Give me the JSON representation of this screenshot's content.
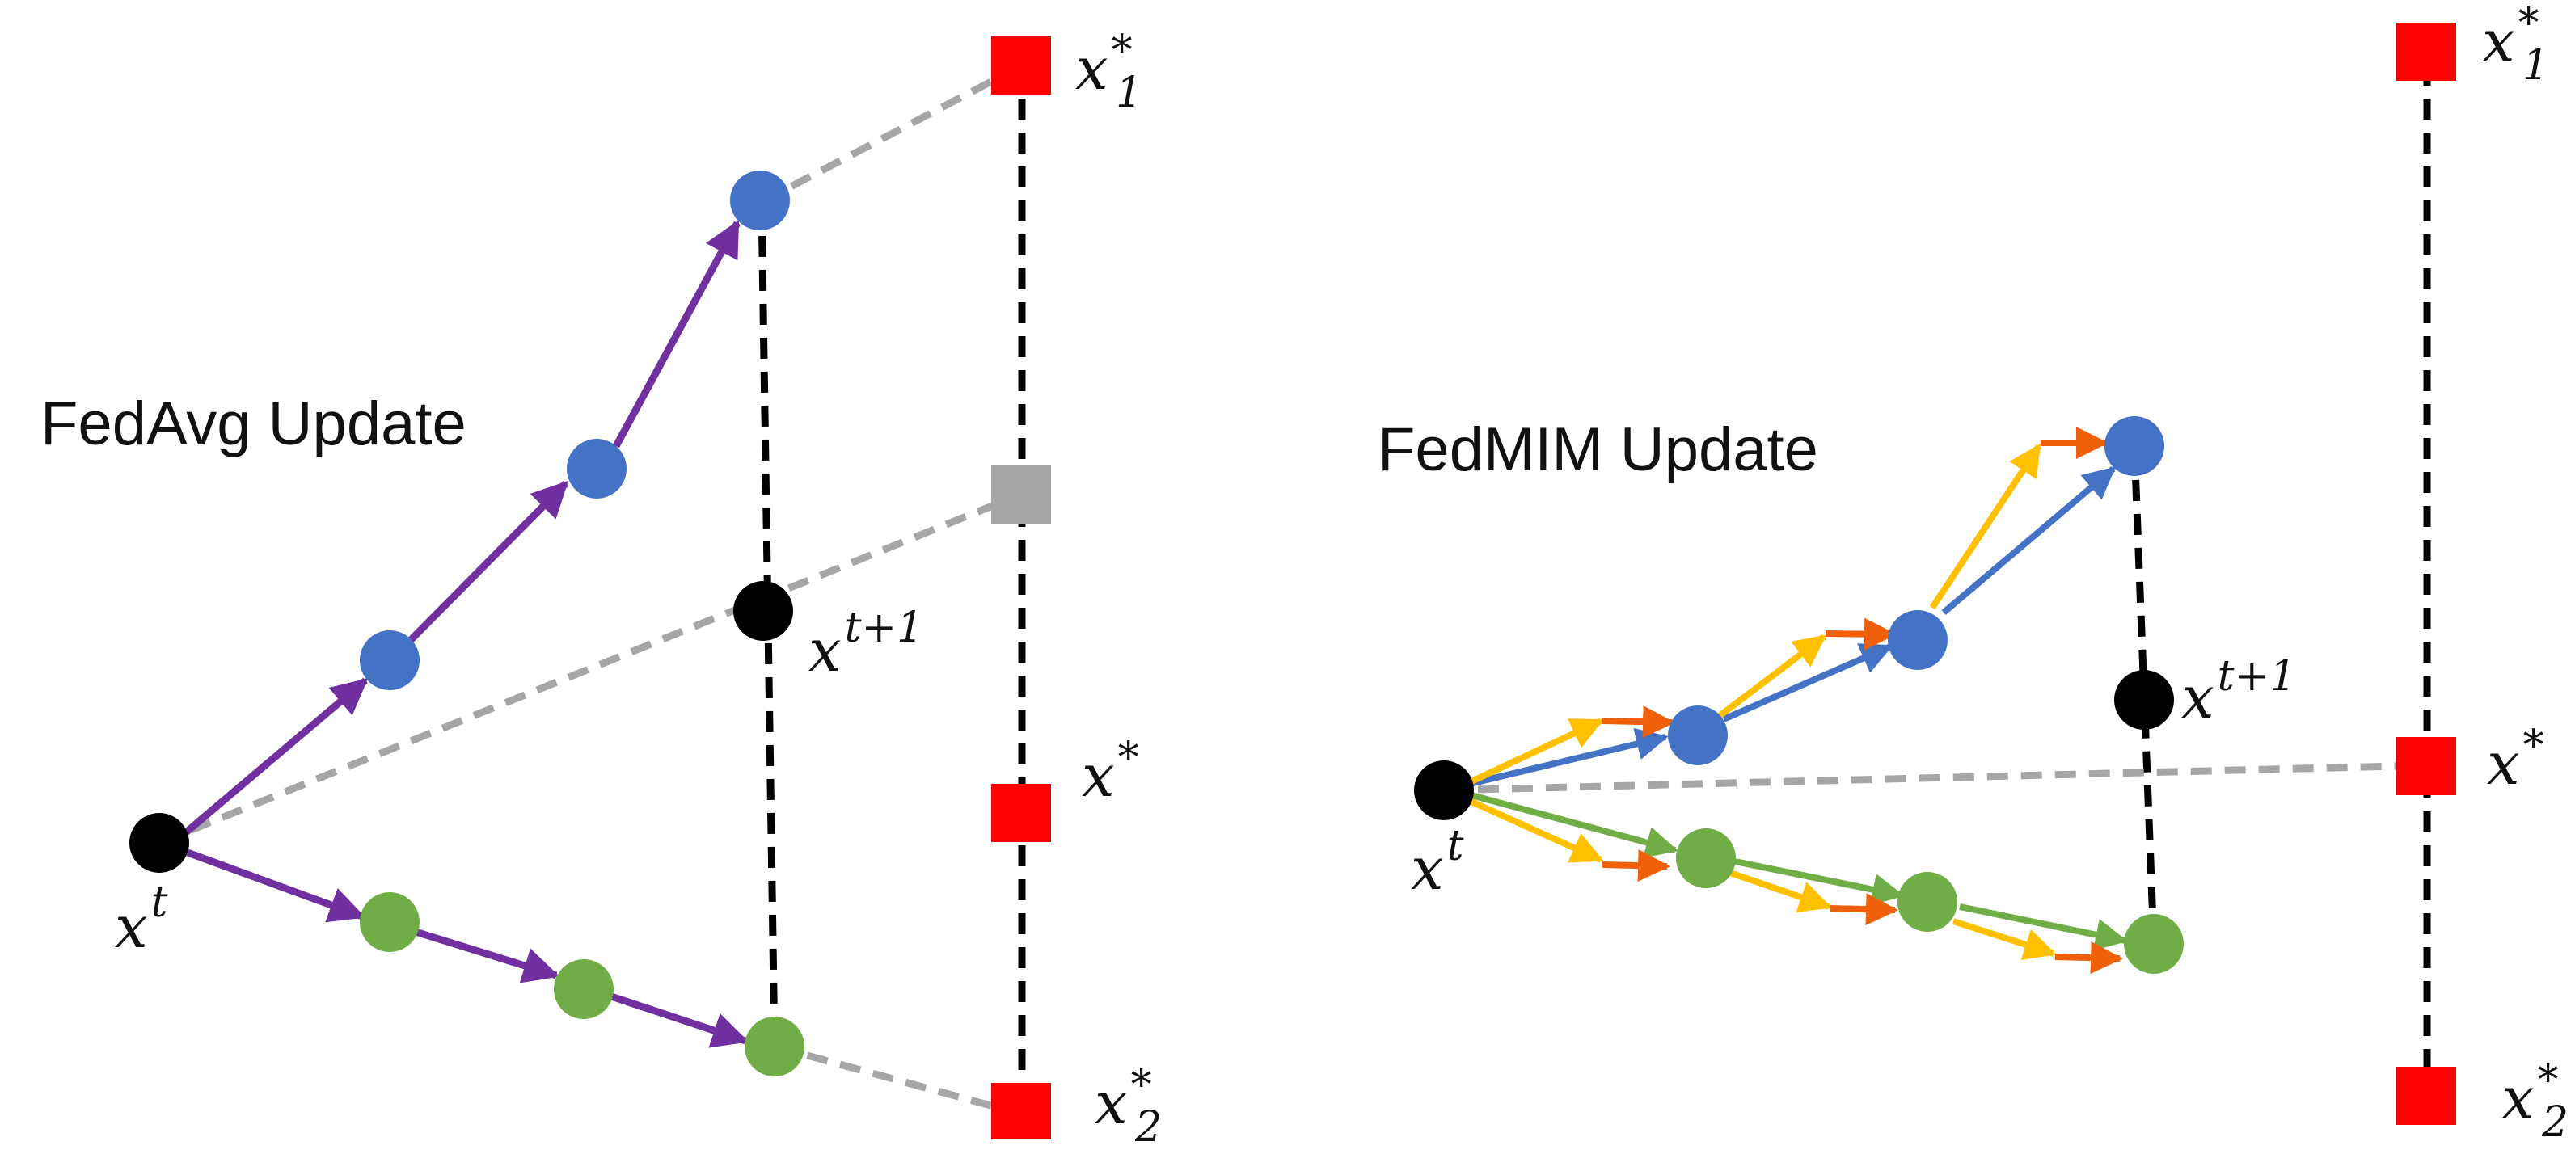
{
  "colors": {
    "purple": "#7030A0",
    "blue_node": "#4472C4",
    "blue_arrow": "#4472C4",
    "green_node": "#70AD47",
    "green_arrow": "#70AD47",
    "yellow_arrow": "#FFC000",
    "orange_arrow": "#F0600A",
    "red_square": "#FF0000",
    "gray": "#A6A6A6",
    "black": "#000000"
  },
  "fedavg": {
    "title": "FedAvg Update",
    "labels": {
      "xt_base": "x",
      "xt_sup": "t",
      "xt1_base": "x",
      "xt1_sup": "t+1",
      "xstar_base": "x",
      "xstar_sup": "*",
      "x1_base": "x",
      "x1_sup": "*",
      "x1_sub": "1",
      "x2_base": "x",
      "x2_sup": "*",
      "x2_sub": "2"
    }
  },
  "fedmim": {
    "title": "FedMIM Update",
    "labels": {
      "xt_base": "x",
      "xt_sup": "t",
      "xt1_base": "x",
      "xt1_sup": "t+1",
      "xstar_base": "x",
      "xstar_sup": "*",
      "x1_base": "x",
      "x1_sup": "*",
      "x1_sub": "1",
      "x2_base": "x",
      "x2_sup": "*",
      "x2_sub": "2"
    }
  }
}
